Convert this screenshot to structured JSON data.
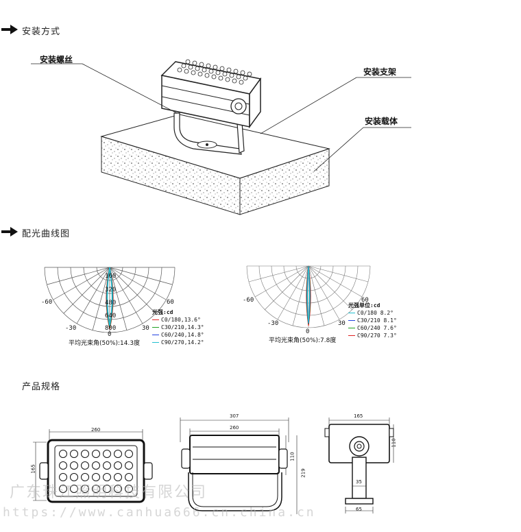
{
  "sections": {
    "install": "安装方式",
    "light_curve": "配光曲线图",
    "spec": "产品规格"
  },
  "install_callouts": {
    "screw": "安装螺丝",
    "bracket": "安装支架",
    "carrier": "安装载体"
  },
  "polar_left": {
    "ring_labels": [
      "160",
      "320",
      "480",
      "640",
      "800"
    ],
    "angle_labels": [
      "-60",
      "60",
      "-30",
      "30",
      "0"
    ],
    "legend_title": "光强:cd",
    "legend": [
      {
        "text": "C0/180,13.6°",
        "color": "#e02020"
      },
      {
        "text": "C30/210,14.3°",
        "color": "#20a020"
      },
      {
        "text": "C60/240,14.8°",
        "color": "#2040e0"
      },
      {
        "text": "C90/270,14.2°",
        "color": "#20c0d0"
      }
    ],
    "beam_caption": "平均光束角(50%):14.3度"
  },
  "polar_right": {
    "angle_labels": [
      "-60",
      "60",
      "-30",
      "30",
      "0"
    ],
    "legend_title": "光强单位:cd",
    "legend": [
      {
        "text": "C0/180 8.2°",
        "color": "#20c0d0"
      },
      {
        "text": "C30/210 8.1°",
        "color": "#2040e0"
      },
      {
        "text": "C60/240 7.6°",
        "color": "#20a020"
      },
      {
        "text": "C90/270 7.3°",
        "color": "#e02020"
      }
    ],
    "beam_caption": "平均光束角(50%):7.8度"
  },
  "dimensions": {
    "front_width": "260",
    "front_height": "165",
    "side_total_width": "307",
    "side_inner_width": "260",
    "side_height_inner": "110",
    "side_height_total": "219",
    "end_width": "165",
    "end_height": "110",
    "post_width": "35",
    "base_width": "65"
  },
  "watermark": {
    "company": "广东珠江照明科技有限公司",
    "url": "https://www.canhua666.cn.china.cn"
  }
}
